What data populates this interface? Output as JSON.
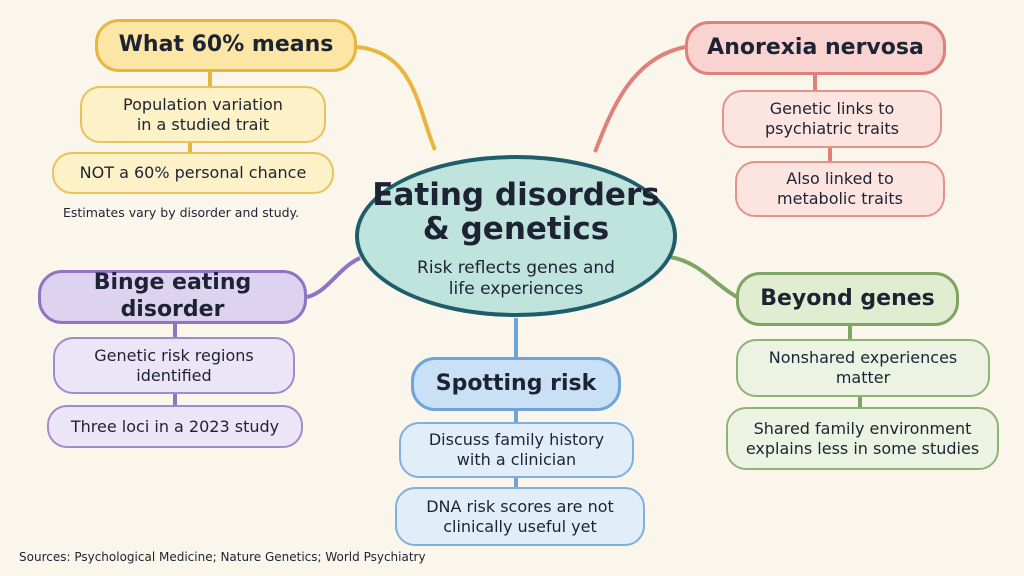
{
  "center": {
    "title": "Eating disorders\n& genetics",
    "subtitle": "Risk reflects genes and\nlife experiences"
  },
  "branches": {
    "what_60": {
      "title": "What 60% means",
      "leaves": [
        "Population variation\nin a studied trait",
        "NOT a 60% personal chance"
      ],
      "note": "Estimates vary by disorder and study.",
      "color": "#e8b63d"
    },
    "anorexia": {
      "title": "Anorexia nervosa",
      "leaves": [
        "Genetic links to\npsychiatric traits",
        "Also linked to\nmetabolic traits"
      ],
      "color": "#e0807a"
    },
    "binge": {
      "title": "Binge eating disorder",
      "leaves": [
        "Genetic risk regions\nidentified",
        "Three loci in a 2023 study"
      ],
      "color": "#8e75c4"
    },
    "spotting": {
      "title": "Spotting risk",
      "leaves": [
        "Discuss family history\nwith a clinician",
        "DNA risk scores are not\nclinically useful yet"
      ],
      "color": "#6ea4d8"
    },
    "beyond": {
      "title": "Beyond genes",
      "leaves": [
        "Nonshared experiences\nmatter",
        "Shared family environment\nexplains less in some studies"
      ],
      "color": "#7ea563"
    }
  },
  "footer": {
    "sources": "Sources: Psychological Medicine; Nature Genetics; World Psychiatry"
  }
}
